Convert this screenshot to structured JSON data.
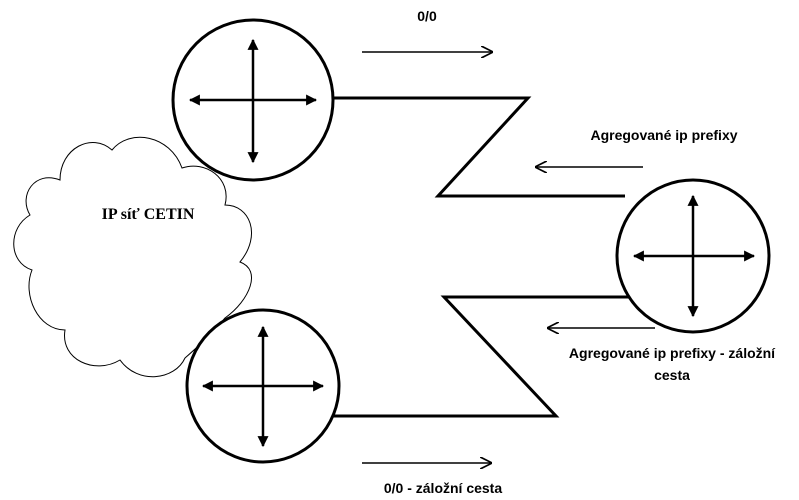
{
  "cloud": {
    "label": "IP síť CETIN"
  },
  "arrows": {
    "top_default": "0/0",
    "aggregated": "Agregované ip prefixy",
    "aggregated_backup_line1": "Agregované ip prefixy - záložní",
    "aggregated_backup_line2": "cesta",
    "bottom_default_backup": "0/0 - záložní cesta"
  },
  "colors": {
    "stroke": "#000000",
    "background": "#ffffff"
  }
}
